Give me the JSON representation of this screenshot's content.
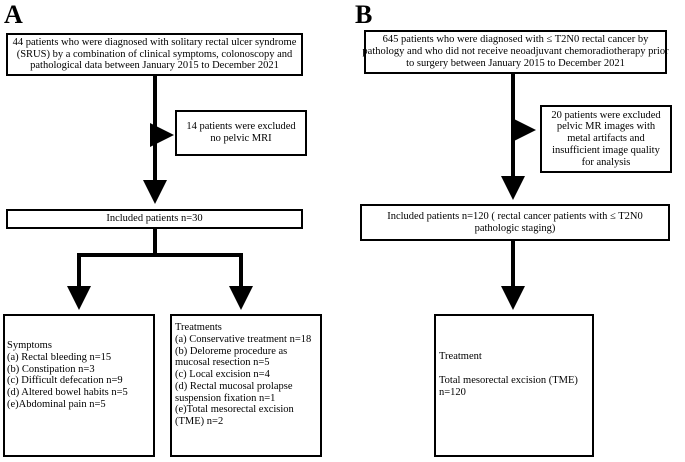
{
  "panel_a": {
    "label": "A",
    "box1": [
      "44 patients who were diagnosed with solitary rectal ulcer syndrome",
      "(SRUS) by a combination of clinical symptoms, colonoscopy and",
      "pathological data between January 2015 to December 2021"
    ],
    "excluded": [
      "14 patients were excluded",
      "no pelvic MRI"
    ],
    "included": "Included patients n=30",
    "symptoms": [
      "Symptoms",
      "(a) Rectal bleeding  n=15",
      "(b) Constipation n=3",
      "(c) Difficult defecation n=9",
      "(d) Altered bowel habits n=5",
      "(e)Abdominal pain n=5"
    ],
    "treatments": [
      "Treatments",
      "(a) Conservative treatment  n=18",
      "(b) Deloreme procedure as",
      "mucosal resection n=5",
      "(c) Local excision n=4",
      "(d) Rectal mucosal prolapse",
      "suspension fixation  n=1",
      "(e)Total mesorectal excision",
      "(TME) n=2"
    ]
  },
  "panel_b": {
    "label": "B",
    "box1": [
      "645 patients who were diagnosed with ≤ T2N0 rectal cancer  by",
      "pathology and who did not receive neoadjuvant chemoradiotherapy prior",
      "to surgery between January 2015 to December 2021"
    ],
    "excluded": [
      "20 patients were excluded",
      "pelvic MR images with",
      "metal artifacts and",
      "insufficient   image quality",
      "for analysis"
    ],
    "included": [
      "Included patients n=120 ( rectal cancer patients with ≤ T2N0",
      "pathologic staging)"
    ],
    "treatment": [
      "Treatment",
      "",
      "Total mesorectal excision (TME)",
      "n=120"
    ]
  }
}
